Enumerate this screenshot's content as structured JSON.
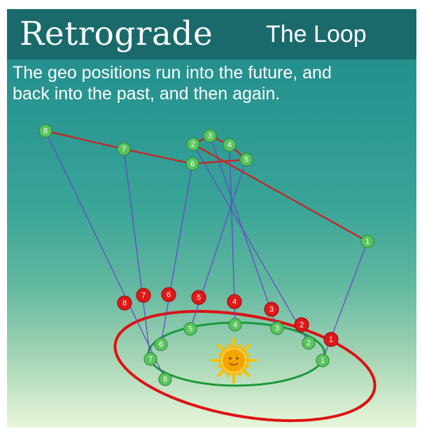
{
  "header": {
    "title": "Retrograde",
    "subtitle": "The Loop"
  },
  "caption": {
    "line1": "The geo positions run into the future, and",
    "line2": "back into the past, and then again."
  },
  "colors": {
    "earth_orbit": "#1a9a3c",
    "planet_orbit": "#dd1111",
    "sight_line": "#6a3fc8",
    "projected_path": "#cc2222",
    "earth_marker": "#5bc45f",
    "planet_marker": "#e01818",
    "projected_marker": "#5bc45f",
    "sun": "#f4a300"
  },
  "icons": {
    "sun": "sun-icon"
  },
  "diagram": {
    "earth_positions": [
      "1",
      "2",
      "3",
      "4",
      "5",
      "6",
      "7",
      "8"
    ],
    "planet_positions": [
      "1",
      "2",
      "3",
      "4",
      "5",
      "6",
      "7",
      "8"
    ],
    "projected_positions": [
      "1",
      "2",
      "3",
      "4",
      "5",
      "6",
      "7",
      "8"
    ]
  }
}
